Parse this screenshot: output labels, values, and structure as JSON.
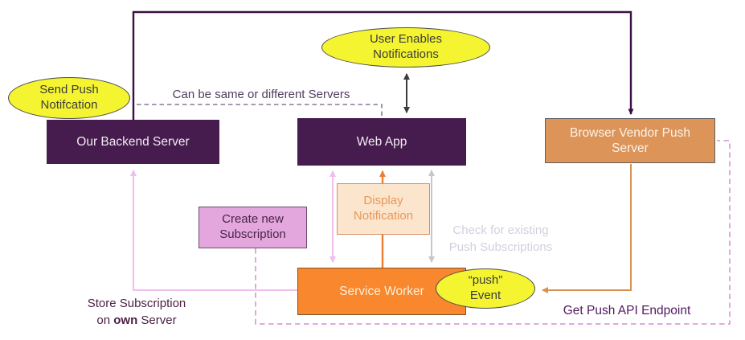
{
  "diagram": {
    "nodes": {
      "our_backend": {
        "label": "Our Backend Server"
      },
      "web_app": {
        "label": "Web App"
      },
      "browser_vendor": {
        "label": "Browser Vendor Push Server"
      },
      "service_worker": {
        "label": "Service Worker"
      },
      "create_subscription": {
        "label": "Create new Subscription"
      },
      "display_notification": {
        "label": "Display Notification"
      }
    },
    "events": {
      "send_push": {
        "line1": "Send Push",
        "line2": "Notifcation"
      },
      "user_enables": {
        "line1": "User Enables",
        "line2": "Notifications"
      },
      "push_event": {
        "line1": "“push”",
        "line2": "Event"
      }
    },
    "annotations": {
      "same_or_different": "Can be same or different Servers",
      "check_existing_line1": "Check for existing",
      "check_existing_line2": "Push Subscriptions",
      "store_line1": "Store Subscription",
      "store_on": "on ",
      "store_own_bold": "own",
      "store_server": " Server",
      "get_endpoint": "Get Push API Endpoint"
    },
    "colors": {
      "dark_purple_box": "#451c4d",
      "top_connector": "#3b0f44",
      "tan_box": "#dc9458",
      "service_worker_orange": "#f8872d",
      "yellow_event": "#f4f431",
      "pink_box": "#e3a7de",
      "peach_box": "#fce5cd",
      "peach_text": "#e8985a",
      "pink_line": "#efbdee",
      "orchid_dashed": "#de9fd9",
      "grey_dashed": "#8b7794",
      "lavender_line": "#c9c3d3",
      "orange_line": "#ec7d2f",
      "tan_line": "#d8924f",
      "black_arrow": "#3c3c3c",
      "check_text": "#d5cfdd",
      "store_text": "#4a1f44",
      "endpoint_text": "#531960",
      "same_servers_text": "#503c60"
    }
  }
}
